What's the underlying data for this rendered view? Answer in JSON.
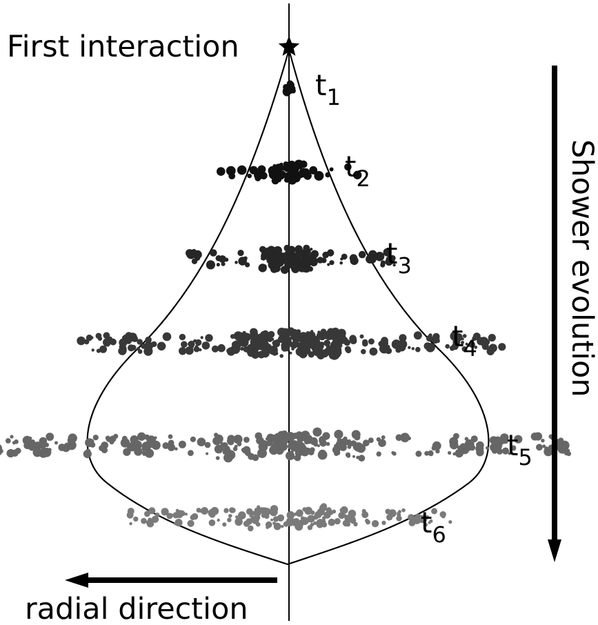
{
  "labels": {
    "first_interaction": "First interaction",
    "shower_evolution": "Shower evolution",
    "radial_direction": "radial direction"
  },
  "time_steps": [
    {
      "base": "t",
      "sub": "1",
      "color": "#111111",
      "spread": 0.03
    },
    {
      "base": "t",
      "sub": "2",
      "color": "#111111",
      "spread": 0.12
    },
    {
      "base": "t",
      "sub": "3",
      "color": "#262626",
      "spread": 0.18
    },
    {
      "base": "t",
      "sub": "4",
      "color": "#383838",
      "spread": 0.36
    },
    {
      "base": "t",
      "sub": "5",
      "color": "#666666",
      "spread": 0.49
    },
    {
      "base": "t",
      "sub": "6",
      "color": "#7a7a7a",
      "spread": 0.27
    }
  ]
}
